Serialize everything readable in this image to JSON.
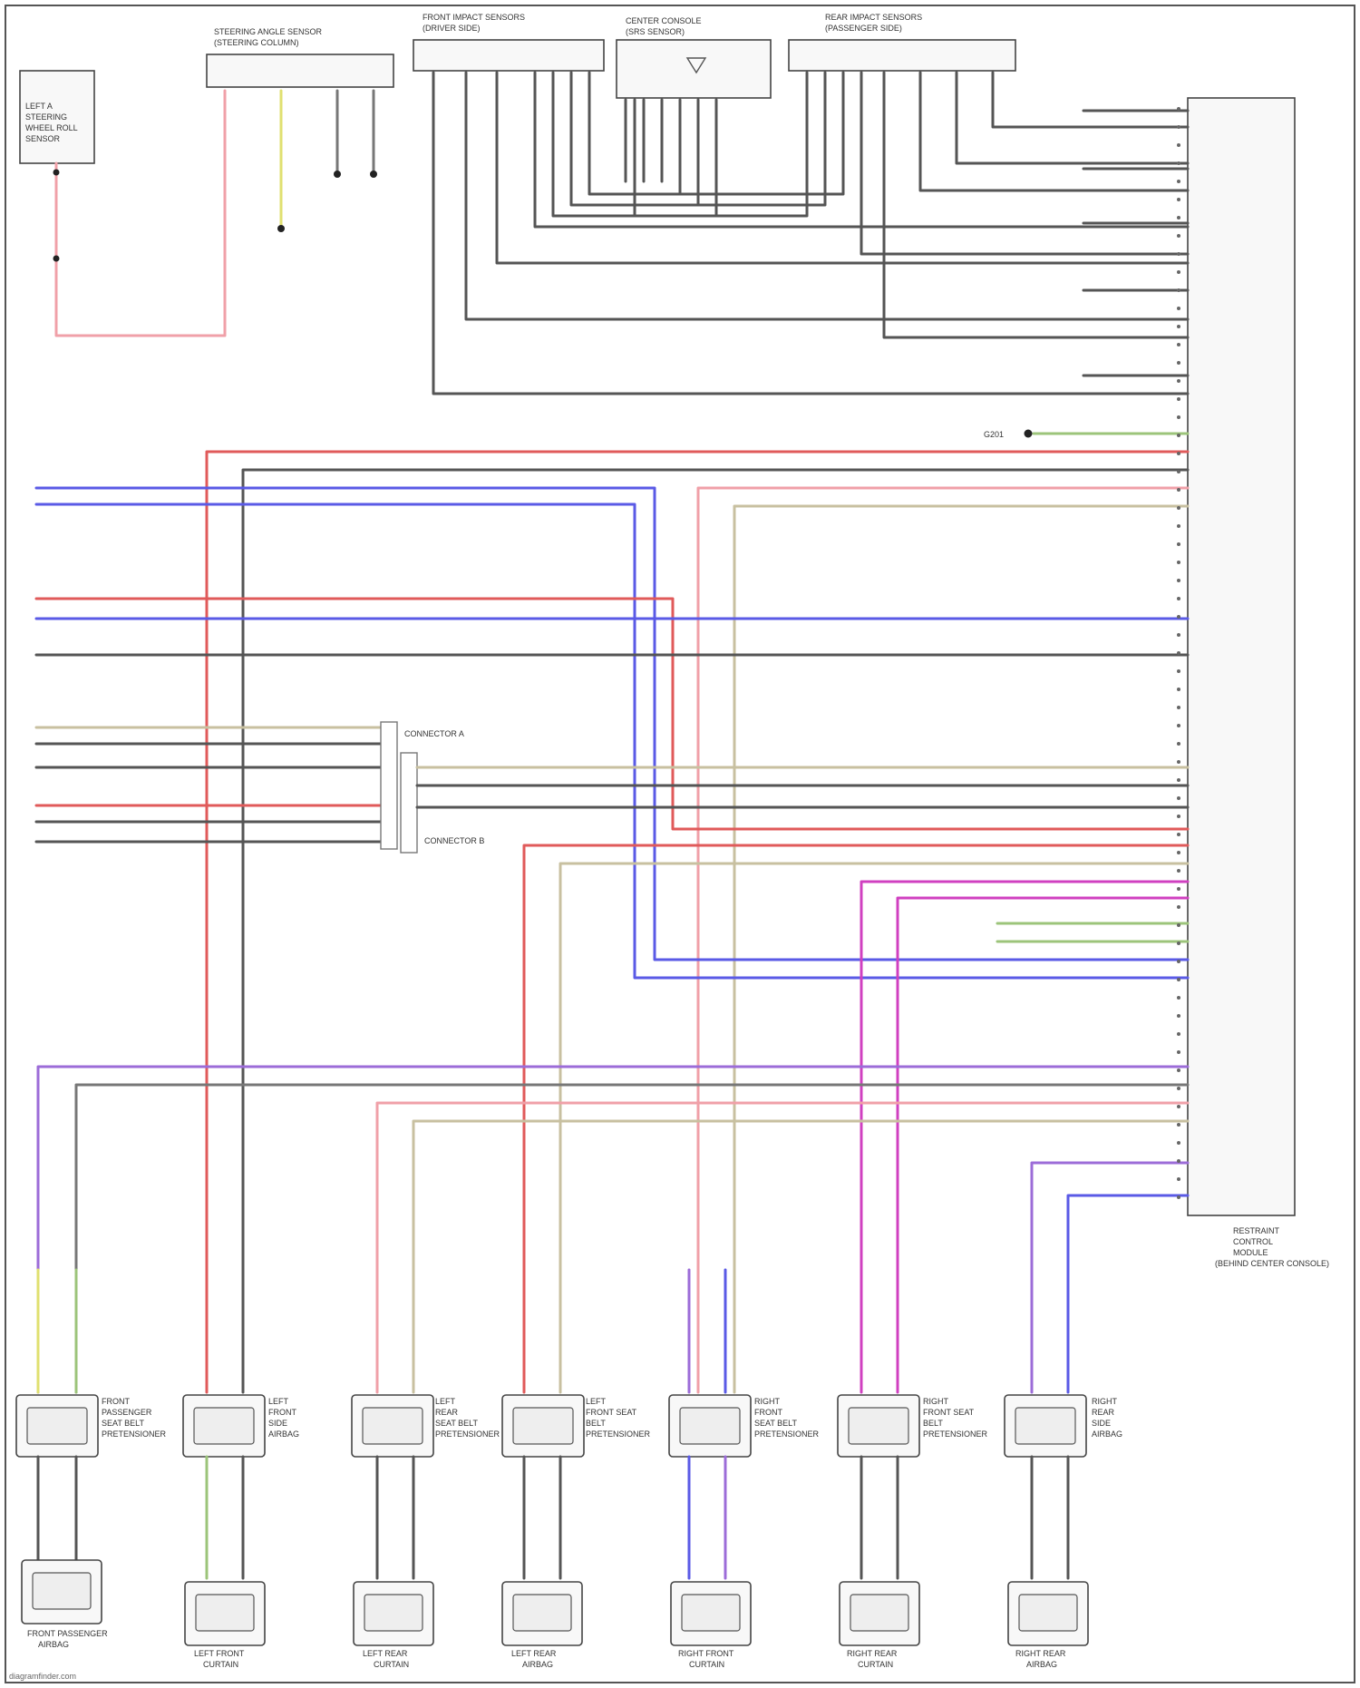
{
  "modules": {
    "left_top": {
      "lines": [
        "LEFT A",
        "STEERING",
        "WHEEL ROLL",
        "SENSOR"
      ]
    },
    "steering_sensor": {
      "lines": [
        "STEERING ANGLE SENSOR",
        "(STEERING COLUMN)"
      ]
    },
    "front_impact_sensors": {
      "lines": [
        "FRONT IMPACT SENSORS",
        "(DRIVER SIDE)"
      ]
    },
    "center_console": {
      "lines": [
        "CENTER CONSOLE",
        "(SRS SENSOR)"
      ]
    },
    "rear_impact_sensors": {
      "lines": [
        "REAR IMPACT SENSORS",
        "(PASSENGER SIDE)"
      ]
    },
    "main_module": {
      "lines": [
        "RESTRAINT",
        "CONTROL",
        "MODULE",
        "(BEHIND CENTER CONSOLE)"
      ]
    }
  },
  "wire_colors": {
    "red": "#e05a5a",
    "pink": "#f0a0a8",
    "blue": "#5a5ae6",
    "magenta": "#d040c0",
    "purple": "#9c6cd8",
    "gray": "#555555",
    "light_gray": "#9a9a9a",
    "green": "#9cc47a",
    "yellow": "#e0e070",
    "tan": "#c8c0a0",
    "black": "#222222"
  },
  "inline_connectors": {
    "c1": "CONNECTOR A",
    "c2": "CONNECTOR B",
    "g1": "G201"
  },
  "bottom_modules": [
    {
      "upper": [
        "FRONT",
        "PASSENGER",
        "SEAT BELT",
        "PRETENSIONER"
      ],
      "lower": [
        "FRONT PASSENGER",
        "AIRBAG"
      ]
    },
    {
      "upper": [
        "LEFT",
        "FRONT",
        "SIDE",
        "AIRBAG"
      ],
      "lower": [
        "LEFT FRONT",
        "CURTAIN"
      ]
    },
    {
      "upper": [
        "LEFT",
        "REAR",
        "SEAT BELT",
        "PRETENSIONER"
      ],
      "lower": [
        "LEFT REAR",
        "CURTAIN"
      ]
    },
    {
      "upper": [
        "LEFT",
        "FRONT SEAT",
        "BELT",
        "PRETENSIONER"
      ],
      "lower": [
        "LEFT REAR",
        "AIRBAG"
      ]
    },
    {
      "upper": [
        "RIGHT",
        "FRONT",
        "SEAT BELT",
        "PRETENSIONER"
      ],
      "lower": [
        "RIGHT FRONT",
        "CURTAIN"
      ]
    },
    {
      "upper": [
        "RIGHT",
        "FRONT SEAT",
        "BELT",
        "PRETENSIONER"
      ],
      "lower": [
        "RIGHT REAR",
        "CURTAIN"
      ]
    },
    {
      "upper": [
        "RIGHT",
        "REAR",
        "SIDE",
        "AIRBAG"
      ],
      "lower": [
        "RIGHT REAR",
        "AIRBAG"
      ]
    }
  ],
  "footer": {
    "site": "diagramfinder.com"
  }
}
